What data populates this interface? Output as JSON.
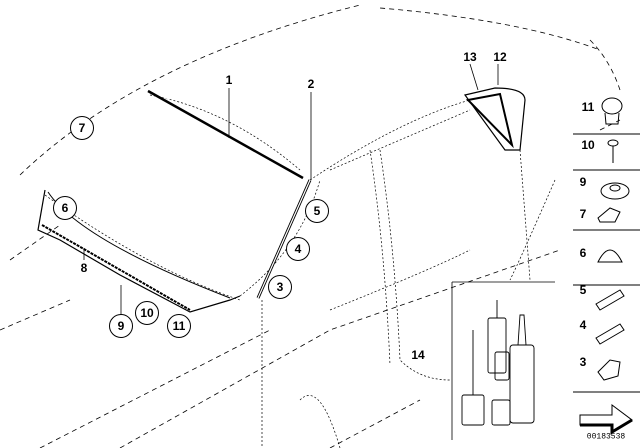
{
  "diagram": {
    "callouts": {
      "p1": "1",
      "p2": "2",
      "p12": "12",
      "p13": "13",
      "p8": "8",
      "p14": "14"
    },
    "circled": {
      "c7": "7",
      "c6": "6",
      "c5": "5",
      "c4": "4",
      "c3": "3",
      "c9": "9",
      "c10": "10",
      "c11": "11"
    },
    "legend_items": [
      "11",
      "10",
      "9",
      "7",
      "6",
      "5",
      "4",
      "3"
    ],
    "diagram_code": "00183538"
  }
}
